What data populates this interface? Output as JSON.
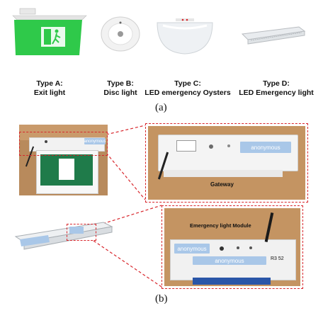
{
  "part_a": {
    "products": [
      {
        "type": "Type A:",
        "name": "Exit light"
      },
      {
        "type": "Type B:",
        "name": "Disc light"
      },
      {
        "type": "Type C:",
        "name": "LED emergency Oysters"
      },
      {
        "type": "Type D:",
        "name": "LED Emergency light"
      }
    ],
    "caption": "(a)"
  },
  "part_b": {
    "caption": "(b)",
    "gateway_caption": "Gateway",
    "module_caption": "Emergency light Module",
    "anonymous_label": "anonymous",
    "module_code": "R3  52"
  },
  "colors": {
    "exit_green": "#2fc94a",
    "dashed_red": "#d8262c",
    "anon_blue": "#a9c7e8",
    "wood": "#b88a5c"
  }
}
